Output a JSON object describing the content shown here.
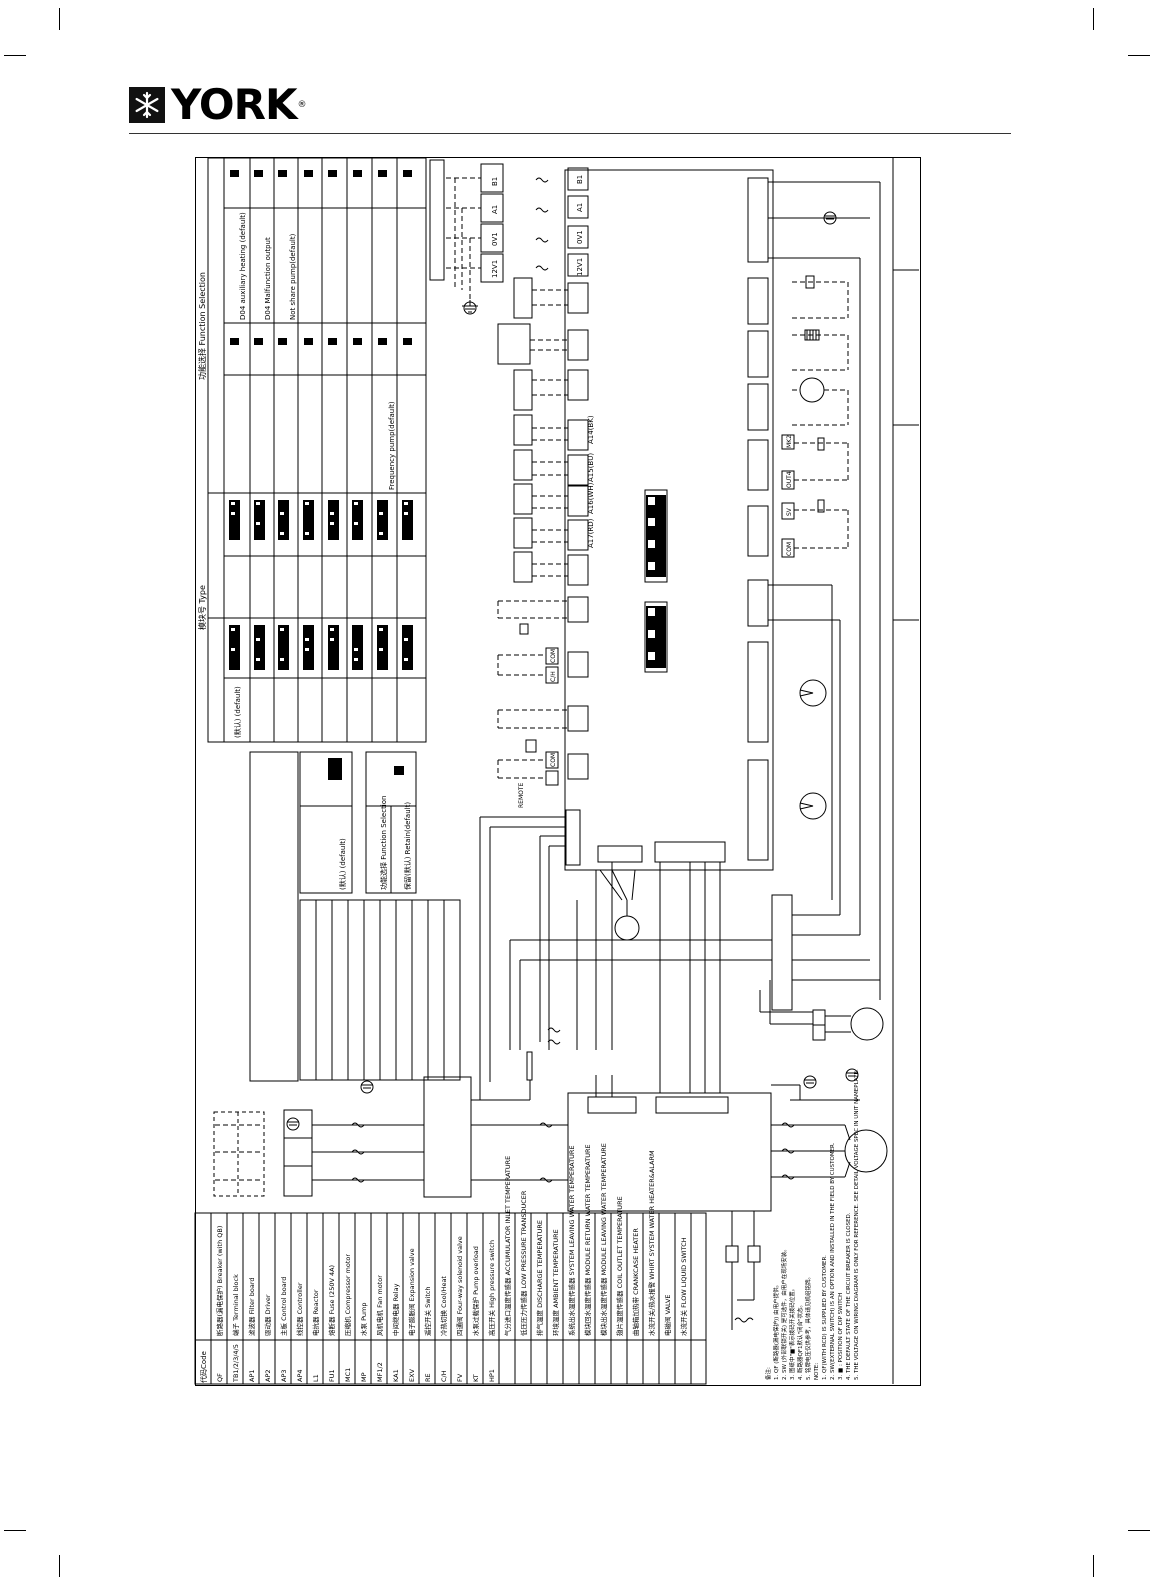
{
  "logo": {
    "brand": "YORK",
    "reg_mark": "®",
    "emblem": "snowflake-emblem-icon"
  },
  "legend": {
    "header_code": "代码Code",
    "rows": [
      {
        "code": "QF",
        "desc": "断路器(漏电保护) Breaker (with QB)"
      },
      {
        "code": "TB1/2/3/4/5",
        "desc": "端子 Terminal block"
      },
      {
        "code": "AP1",
        "desc": "滤波器 Filter board"
      },
      {
        "code": "AP2",
        "desc": "驱动器 Driver"
      },
      {
        "code": "AP3",
        "desc": "主板 Control board"
      },
      {
        "code": "AP4",
        "desc": "线控器 Controller"
      },
      {
        "code": "L1",
        "desc": "电抗器 Reactor"
      },
      {
        "code": "FU1",
        "desc": "熔断器 Fuse (250V 4A)"
      },
      {
        "code": "MC1",
        "desc": "压缩机 Compressor motor"
      },
      {
        "code": "MP",
        "desc": "水泵 Pump"
      },
      {
        "code": "MF1/2",
        "desc": "风机电机 Fan motor"
      },
      {
        "code": "KA1",
        "desc": "中间继电器 Relay"
      },
      {
        "code": "EXV",
        "desc": "电子膨胀阀 Expansion valve"
      },
      {
        "code": "RE",
        "desc": "遥控开关 Switch"
      },
      {
        "code": "C/H",
        "desc": "冷热切换 Cool/Heat"
      },
      {
        "code": "FV",
        "desc": "四通阀 Four-way solenoid valve"
      },
      {
        "code": "KT",
        "desc": "水泵过载保护 Pump overload"
      },
      {
        "code": "HP1",
        "desc": "高压开关 High pressure switch"
      },
      {
        "code": "",
        "desc": "气分进口温度传感器 ACCUMULATOR INLET TEMPERATURE"
      },
      {
        "code": "",
        "desc": "低压压力传感器 LOW PRESSURE TRANSDUCER"
      },
      {
        "code": "",
        "desc": "排气温度 DISCHARGE TEMPERATURE"
      },
      {
        "code": "",
        "desc": "环境温度 AMBIENT TEMPERATURE"
      },
      {
        "code": "",
        "desc": "系统出水温度传感器 SYSTEM LEAVING WATER TEMPERATURE"
      },
      {
        "code": "",
        "desc": "模块回水温度传感器 MODULE RETURN WATER TEMPERATURE"
      },
      {
        "code": "",
        "desc": "模块出水温度传感器 MODULE LEAVING WATER TEMPERATURE"
      },
      {
        "code": "",
        "desc": "翅片温度传感器 COIL OUTLET TEMPERATURE"
      },
      {
        "code": "",
        "desc": "曲轴箱加热带 CRANKCASE HEATER"
      },
      {
        "code": "",
        "desc": "水流开关/热水报警 WHIRT SYSTEM WATER HEATER&ALARM"
      },
      {
        "code": "",
        "desc": "电磁阀 VALVE"
      },
      {
        "code": "",
        "desc": "水流开关 FLOW LIQUID SWITCH"
      }
    ]
  },
  "function_table": {
    "title": "功能选择 Function Selection",
    "type_title": "模块号 Type",
    "default_label": "(默认) (default)",
    "options": [
      "D04 auxiliary heating (default)",
      "D04 Malfunction output",
      "Not share pump(default)",
      "Frequency pump(default)"
    ]
  },
  "small_table": {
    "left_label": "(默认) (default)",
    "mid_label": "功能选择 Function Selection",
    "right_label": "保留(默认) Retain(default)"
  },
  "board_labels": {
    "terminals": [
      "B1",
      "A1",
      "0V1",
      "12V1"
    ],
    "sensors": [
      "A14(BK)",
      "A15(BU)",
      "A16(WH)",
      "A17(RD)"
    ],
    "com1": "COM",
    "com2": "COM",
    "ch": "C/H",
    "remote": "REMOTE",
    "mk2": "MK2",
    "out4": "OUT4",
    "sv": "SV",
    "com3": "COM"
  },
  "notes": {
    "title_cn": "备注:",
    "lines_cn": [
      "1. QF (断路器(漏电保护)) 由用户提供。",
      "2. SW (外部联锁开关) 是可选件，由用户在现场安装。",
      "3. 图纸中\"■\"表示拨码开关拨码位置。",
      "4. 断路器QF1默认\"闭合\"状态。",
      "5. 铭牌电压仅供参考，具体请见机组铭牌。"
    ],
    "title_en": "NOTE:",
    "lines_en": [
      "1. QF(WITH RCD) IS SUPPLIED BY CUSTOMER.",
      "2. SW(EXTERNAL SWITCH) IS AN OPTION AND INSTALLED IN THE FIELD BY CUSTOMER.",
      "3. ■ : POSITION OF DIP SWITCH",
      "4. THE DEFAULT STATE OF THE CIRCUIT BREAKER IS CLOSED.",
      "5. THE VOLTAGE ON WIRING DIAGRAM IS ONLY FOR REFERENCE. SEE DETAIL VOLTAGE SPEC IN UNIT NAMEPLATE."
    ]
  }
}
